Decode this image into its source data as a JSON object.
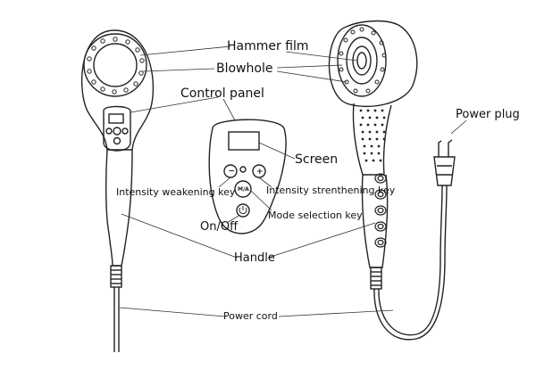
{
  "labels": {
    "hammer_film": "Hammer film",
    "blowhole": "Blowhole",
    "control_panel": "Control panel",
    "screen": "Screen",
    "intensity_weakening_key": "Intensity weakening key",
    "intensity_strengthening_key": "Intensity strenthening key",
    "mode_selection_key": "Mode selection key",
    "on_off": "On/Off",
    "handle": "Handle",
    "power_plug": "Power plug",
    "power_cord": "Power cord"
  },
  "keys": {
    "mode_key": "M/A",
    "minus_key": "−",
    "plus_key": "+"
  },
  "colors": {
    "line": "#222222",
    "text": "#111111",
    "background": "#ffffff"
  }
}
